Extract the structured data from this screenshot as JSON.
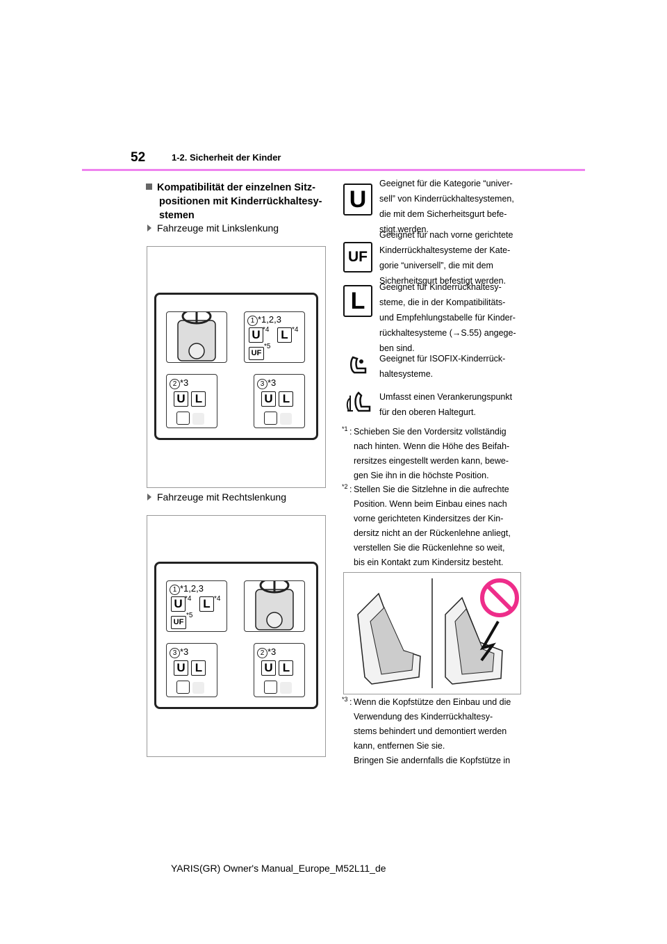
{
  "header": {
    "page_number": "52",
    "section": "1-2. Sicherheit der Kinder"
  },
  "heading": [
    "Kompatibilität der einzelnen Sitz-",
    "positionen mit Kinderrückhaltesy-",
    "stemen"
  ],
  "lhd": {
    "label": "Fahrzeuge mit Linkslenkung",
    "front_passenger": {
      "num": "1",
      "note": "*1,2,3",
      "sup_u": "*4",
      "sup_l": "*4",
      "sup_uf": "*5"
    },
    "rear_left": {
      "num": "2",
      "note": "*3"
    },
    "rear_right": {
      "num": "3",
      "note": "*3"
    }
  },
  "rhd": {
    "label": "Fahrzeuge mit Rechtslenkung",
    "front_passenger": {
      "num": "1",
      "note": "*1,2,3",
      "sup_u": "*4",
      "sup_l": "*4",
      "sup_uf": "*5"
    },
    "rear_left": {
      "num": "3",
      "note": "*3"
    },
    "rear_right": {
      "num": "2",
      "note": "*3"
    }
  },
  "codes": {
    "u": "U",
    "l": "L",
    "uf": "UF"
  },
  "legend": [
    {
      "icon": "U",
      "lines": [
        "Geeignet für die Kategorie “univer-",
        "sell” von Kinderrückhaltesystemen,",
        "die mit dem Sicherheitsgurt befe-",
        "stigt werden."
      ]
    },
    {
      "icon": "UF",
      "lines": [
        "Geeignet für nach vorne gerichtete",
        "Kinderrückhaltesysteme der Kate-",
        "gorie “universell”, die mit dem",
        "Sicherheitsgurt befestigt werden."
      ]
    },
    {
      "icon": "L",
      "lines": [
        "Geeignet für Kinderrückhaltesy-",
        "steme, die in der Kompatibilitäts-",
        "und Empfehlungstabelle für Kinder-",
        "rückhaltesysteme (→S.55) angege-",
        "ben sind."
      ]
    },
    {
      "icon": "isofix-seat-icon",
      "lines": [
        "Geeignet für ISOFIX-Kinderrück-",
        "haltesysteme."
      ]
    },
    {
      "icon": "top-tether-icon",
      "lines": [
        "Umfasst einen Verankerungspunkt",
        "für den oberen Haltegurt."
      ]
    }
  ],
  "notes": [
    {
      "mark": "*1",
      "lines": [
        "Schieben Sie den Vordersitz vollständig",
        "nach hinten. Wenn die Höhe des Beifah-",
        "rersitzes eingestellt werden kann, bewe-",
        "gen Sie ihn in die höchste Position."
      ]
    },
    {
      "mark": "*2",
      "lines": [
        "Stellen Sie die Sitzlehne in die aufrechte",
        "Position. Wenn beim Einbau eines nach",
        "vorne gerichteten Kindersitzes der Kin-",
        "dersitz nicht an der Rückenlehne anliegt,",
        "verstellen Sie die Rückenlehne so weit,",
        "bis ein Kontakt zum Kindersitz besteht."
      ]
    },
    {
      "mark": "*3",
      "lines": [
        "Wenn die Kopfstütze den Einbau und die",
        "Verwendung des Kinderrückhaltesy-",
        "stems behindert und demontiert werden",
        "kann, entfernen Sie sie.",
        "Bringen Sie andernfalls die Kopfstütze in"
      ]
    }
  ],
  "colors": {
    "accent": "#ee82ee",
    "prohibited": "#ee2d8a"
  },
  "footer": "YARIS(GR) Owner's Manual_Europe_M52L11_de"
}
